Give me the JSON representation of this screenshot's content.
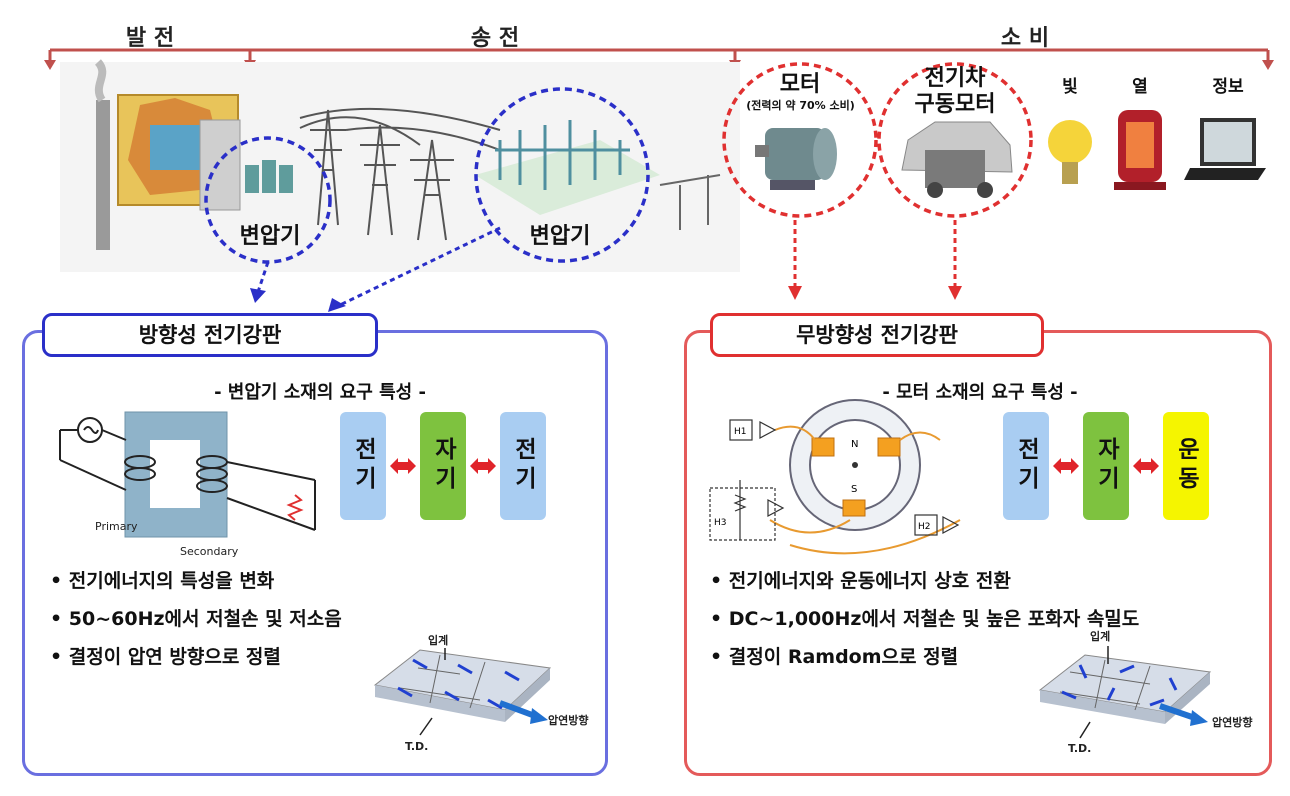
{
  "sections": {
    "generation": "발 전",
    "transmission": "송 전",
    "consumption": "소 비"
  },
  "labels": {
    "transformer_left": "변압기",
    "transformer_right": "변압기",
    "motor": "모터",
    "motor_note": "(전력의 약 70% 소비)",
    "ev_motor_line1": "전기차",
    "ev_motor_line2": "구동모터",
    "light": "빛",
    "heat": "열",
    "info": "정보"
  },
  "left_panel": {
    "title": "방향성 전기강판",
    "subtitle": "- 변압기 소재의 요구 특성 -",
    "blocks": [
      "전기",
      "자기",
      "전기"
    ],
    "bullets": [
      "전기에너지의 특성을 변화",
      "50~60Hz에서 저철손 및 저소음",
      "결정이 압연 방향으로 정렬"
    ],
    "figure": {
      "primary": "Primary",
      "secondary": "Secondary",
      "grain_top": "입계",
      "grain_td": "T.D.",
      "grain_rd": "압연방향"
    }
  },
  "right_panel": {
    "title": "무방향성 전기강판",
    "subtitle": "- 모터 소재의 요구 특성 -",
    "blocks": [
      "전기",
      "자기",
      "운동"
    ],
    "bullets": [
      "전기에너지와 운동에너지 상호 전환",
      "DC~1,000Hz에서 저철손 및 높은 포화자 속밀도",
      "결정이 Ramdom으로 정렬"
    ],
    "figure": {
      "grain_top": "입계",
      "grain_td": "T.D.",
      "grain_rd": "압연방향"
    }
  },
  "colors": {
    "section_arrow": "#c0504d",
    "blue_accent": "#2a2fc8",
    "red_accent": "#e03030",
    "block_blue": "#a9cdf2",
    "block_green": "#7ec23f",
    "block_yellow": "#f5f500",
    "double_arrow": "#e0242a"
  }
}
